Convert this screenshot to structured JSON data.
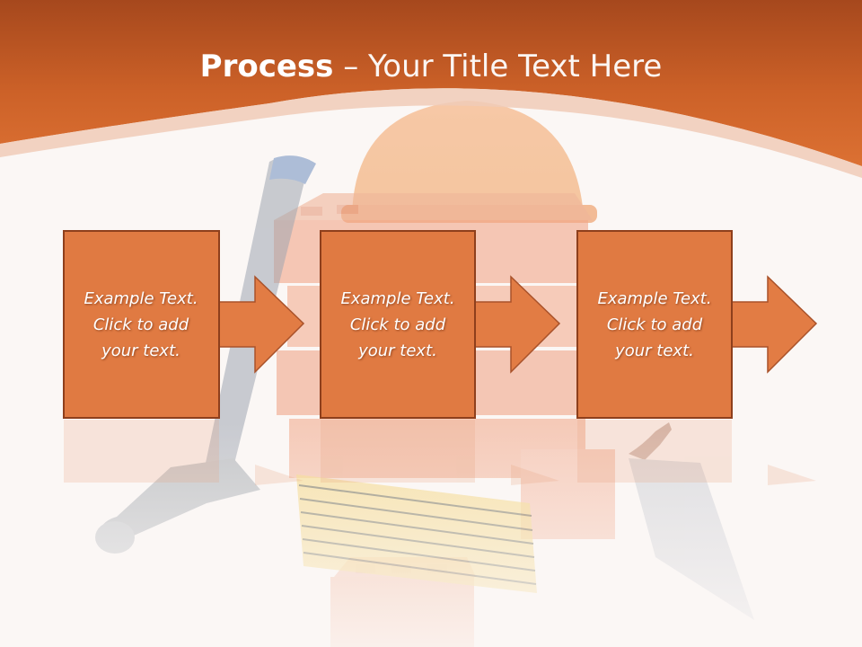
{
  "slide": {
    "title_bold": "Process",
    "title_separator": " – ",
    "title_rest": "Your Title Text Here"
  },
  "steps": [
    {
      "text": "Example Text.\nClick  to add\nyour text."
    },
    {
      "text": "Example Text.\nClick  to add\nyour text."
    },
    {
      "text": "Example Text.\nClick  to add\nyour text."
    }
  ],
  "colors": {
    "header_orange": "#d4692e",
    "box_fill": "#e07a42",
    "box_border": "#8e3f1c",
    "background": "#fbf7f5"
  },
  "background_image": {
    "subject": "construction tools: hard hat, bricks, hammer, trowel, folding ruler",
    "icon_names": [
      "hard-hat-icon",
      "bricks-icon",
      "hammer-icon",
      "trowel-icon",
      "folding-ruler-icon"
    ]
  }
}
